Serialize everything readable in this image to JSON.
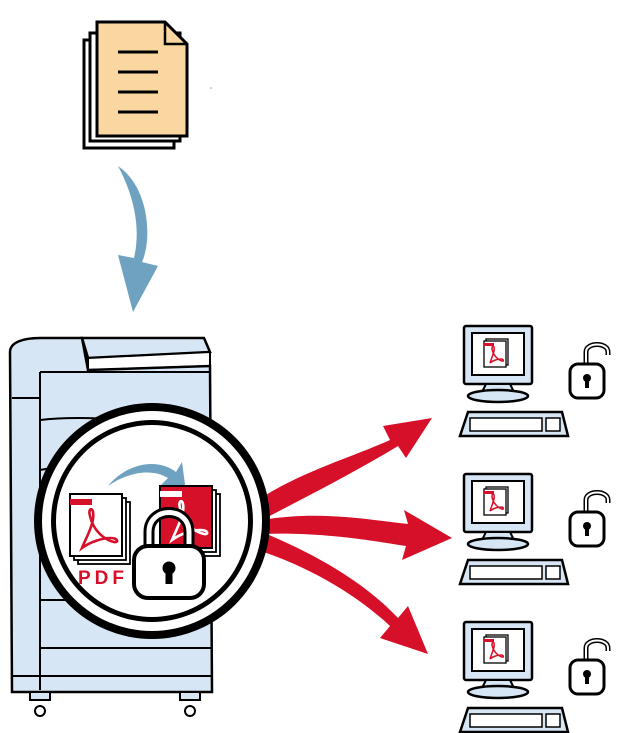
{
  "labels": {
    "pdf": "PDF"
  },
  "colors": {
    "document_fill": "#fad7a0",
    "device_fill": "#d6e6f4",
    "arrow_blue": "#6fa2c1",
    "arrow_red": "#d7102a",
    "pdf_red": "#d7102a",
    "outline": "#000000",
    "monitor_fill": "#d6e6f4"
  },
  "icons": {
    "source": "document-stack-icon",
    "device": "multifunction-printer-icon",
    "magnifier": "magnifier-circle-icon",
    "plain_pdf": "pdf-document-icon",
    "encrypted_pdf": "encrypted-pdf-icon",
    "padlock": "padlock-closed-icon",
    "recipient": "computer-icon",
    "recipient_lock": "padlock-open-icon"
  },
  "recipients": [
    {
      "name": "computer-1"
    },
    {
      "name": "computer-2"
    },
    {
      "name": "computer-3"
    }
  ]
}
